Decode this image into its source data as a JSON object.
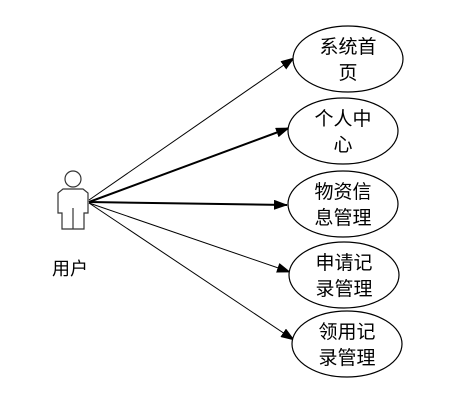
{
  "actor": {
    "label": "用户"
  },
  "use_cases": [
    {
      "line1": "系统首",
      "line2": "页"
    },
    {
      "line1": "个人中",
      "line2": "心"
    },
    {
      "line1": "物资信",
      "line2": "息管理"
    },
    {
      "line1": "申请记",
      "line2": "录管理"
    },
    {
      "line1": "领用记",
      "line2": "录管理"
    }
  ]
}
